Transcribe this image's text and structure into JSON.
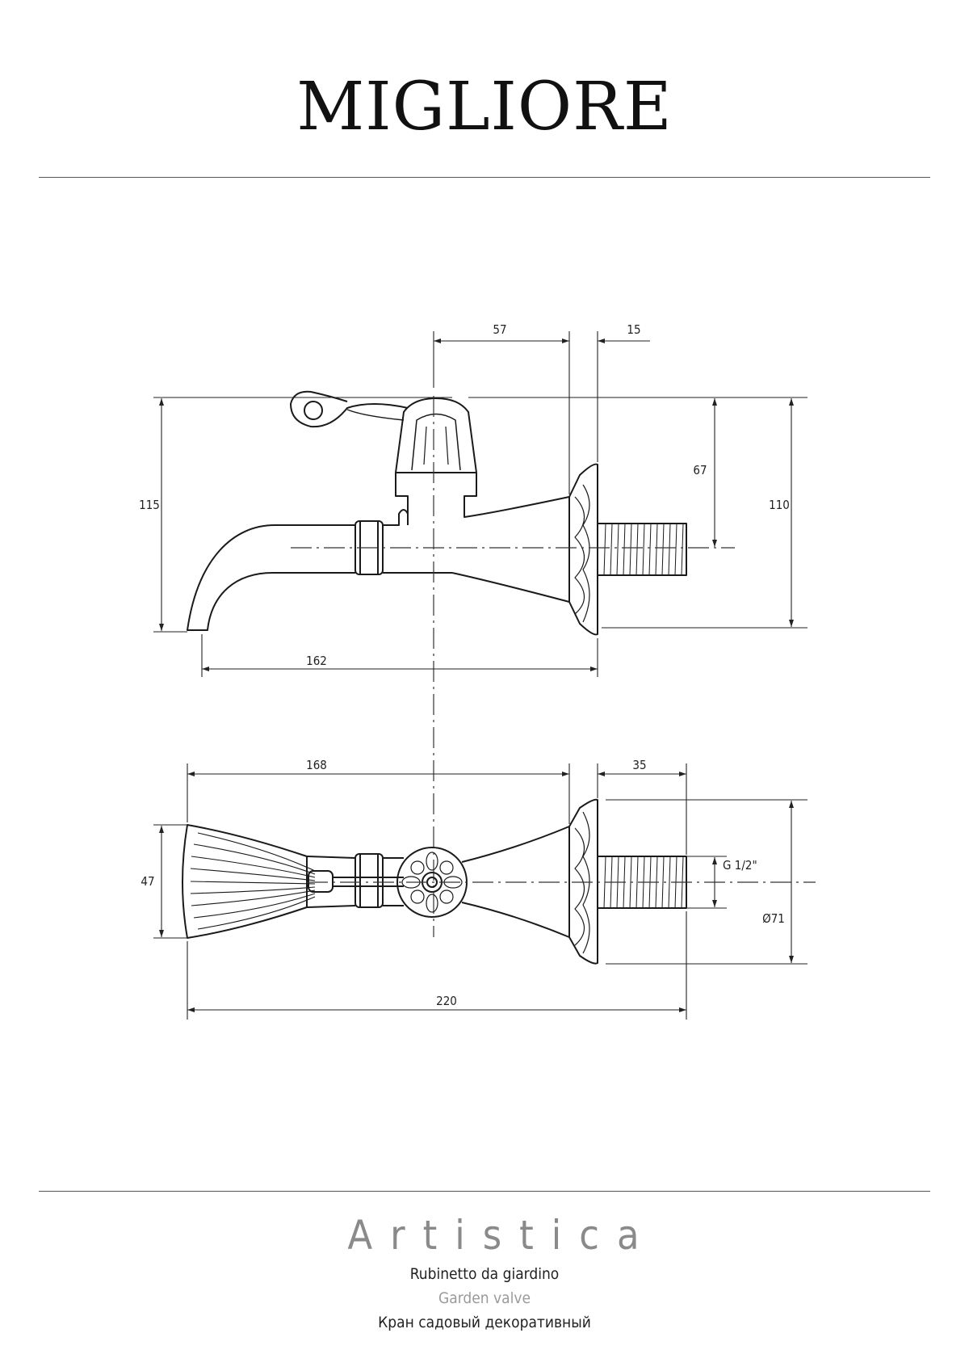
{
  "header": {
    "brand": "MIGLIORE"
  },
  "dimensions": {
    "side": {
      "d57": "57",
      "d15": "15",
      "d67": "67",
      "d115": "115",
      "d110": "110",
      "d162": "162"
    },
    "top": {
      "d168": "168",
      "d35": "35",
      "d47": "47",
      "thread": "G 1/2\"",
      "dia": "Ø71",
      "d220": "220"
    }
  },
  "footer": {
    "series": "Artistica",
    "italian": "Rubinetto da giardino",
    "english": "Garden valve",
    "russian": "Кран садовый декоративный"
  },
  "colors": {
    "line": "#1a1a1a",
    "rule": "#555555",
    "series_text": "#8a8a8a",
    "english_text": "#9a9a9a"
  }
}
